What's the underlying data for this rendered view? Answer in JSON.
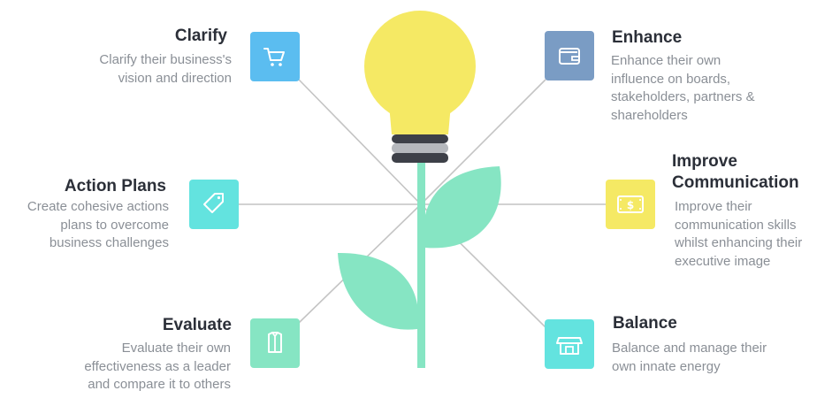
{
  "colors": {
    "bulb": "#f5e964",
    "bulb_base": "#3d4048",
    "bulb_band": "#b5b8bd",
    "stem": "#86e5c3",
    "connector": "#c4c4c4",
    "title": "#2b2f38",
    "text": "#8a8f96"
  },
  "items": [
    {
      "title": "Clarify",
      "desc": "Clarify their business's\nvision and direction",
      "icon": "cart-icon",
      "color": "#5bbdf0"
    },
    {
      "title": "Action Plans",
      "desc": "Create cohesive actions\nplans to overcome\nbusiness challenges",
      "icon": "tag-icon",
      "color": "#63e3df"
    },
    {
      "title": "Evaluate",
      "desc": "Evaluate their own\neffectiveness as a leader\nand compare it to others",
      "icon": "shirt-icon",
      "color": "#86e5c3"
    },
    {
      "title": "Enhance",
      "desc": "Enhance their own\ninfluence on boards,\nstakeholders, partners &\nshareholders",
      "icon": "wallet-icon",
      "color": "#7a9cc4"
    },
    {
      "title": "Improve\nCommunication",
      "desc": "Improve their\ncommunication skills\nwhilst enhancing their\nexecutive image",
      "icon": "dollar-bill-icon",
      "color": "#f5e964"
    },
    {
      "title": "Balance",
      "desc": "Balance and manage their\nown innate energy",
      "icon": "store-icon",
      "color": "#63e3df"
    }
  ]
}
